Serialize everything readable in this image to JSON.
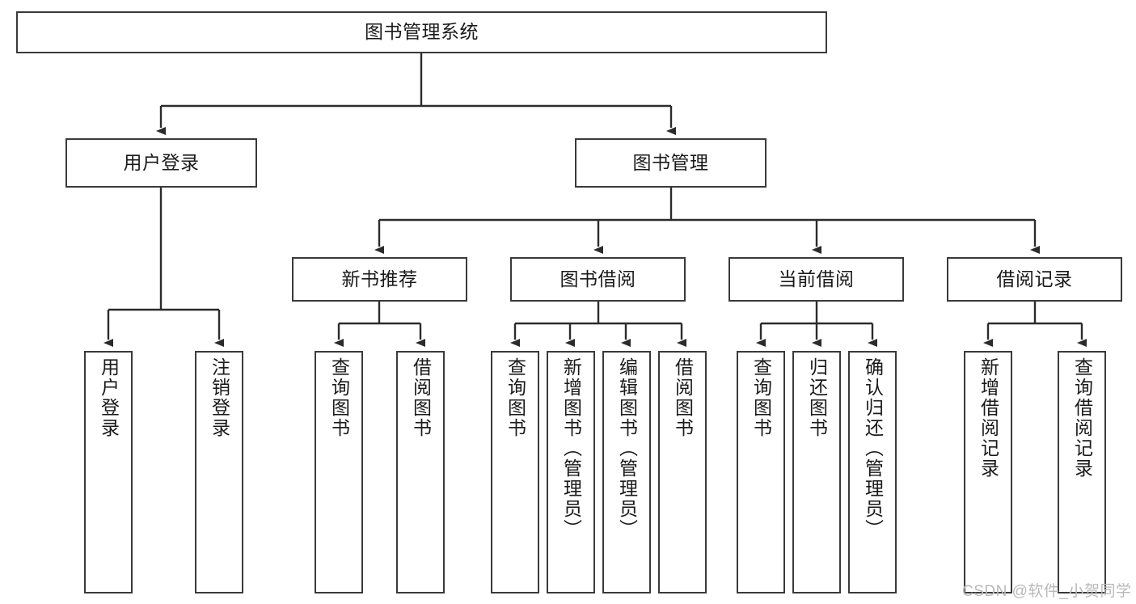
{
  "diagram": {
    "type": "tree-hierarchy-flowchart",
    "title": "图书管理系统",
    "background_color": "#ffffff",
    "box_border_color": "#3a3a3a",
    "connector_color": "#2b2b2b",
    "nodes": {
      "root": {
        "label": "图书管理系统",
        "orientation": "horizontal"
      },
      "level2": [
        {
          "id": "user-login",
          "label": "用户登录",
          "orientation": "horizontal"
        },
        {
          "id": "book-manage",
          "label": "图书管理",
          "orientation": "horizontal"
        }
      ],
      "level3": [
        {
          "id": "new-book-rec",
          "label": "新书推荐",
          "orientation": "horizontal"
        },
        {
          "id": "book-borrow",
          "label": "图书借阅",
          "orientation": "horizontal"
        },
        {
          "id": "current-borrow",
          "label": "当前借阅",
          "orientation": "horizontal"
        },
        {
          "id": "borrow-record",
          "label": "借阅记录",
          "orientation": "horizontal"
        }
      ],
      "leaves": [
        {
          "id": "leaf-user-login",
          "label": "用户登录",
          "parent": "user-login",
          "orientation": "vertical"
        },
        {
          "id": "leaf-user-logout",
          "label": "注销登录",
          "parent": "user-login",
          "orientation": "vertical"
        },
        {
          "id": "leaf-query-book-1",
          "label": "查询图书",
          "parent": "new-book-rec",
          "orientation": "vertical"
        },
        {
          "id": "leaf-borrow-book-1",
          "label": "借阅图书",
          "parent": "new-book-rec",
          "orientation": "vertical"
        },
        {
          "id": "leaf-query-book-2",
          "label": "查询图书",
          "parent": "book-borrow",
          "orientation": "vertical"
        },
        {
          "id": "leaf-add-book",
          "label": "新增图书（管理员）",
          "parent": "book-borrow",
          "orientation": "vertical"
        },
        {
          "id": "leaf-edit-book",
          "label": "编辑图书（管理员）",
          "parent": "book-borrow",
          "orientation": "vertical"
        },
        {
          "id": "leaf-borrow-book-2",
          "label": "借阅图书",
          "parent": "book-borrow",
          "orientation": "vertical"
        },
        {
          "id": "leaf-query-book-3",
          "label": "查询图书",
          "parent": "current-borrow",
          "orientation": "vertical"
        },
        {
          "id": "leaf-return-book",
          "label": "归还图书",
          "parent": "current-borrow",
          "orientation": "vertical"
        },
        {
          "id": "leaf-confirm-return",
          "label": "确认归还（管理员）",
          "parent": "current-borrow",
          "orientation": "vertical"
        },
        {
          "id": "leaf-add-record",
          "label": "新增借阅记录",
          "parent": "borrow-record",
          "orientation": "vertical"
        },
        {
          "id": "leaf-query-record",
          "label": "查询借阅记录",
          "parent": "borrow-record",
          "orientation": "vertical"
        }
      ]
    },
    "watermark": "CSDN @软件_小贺同学"
  }
}
